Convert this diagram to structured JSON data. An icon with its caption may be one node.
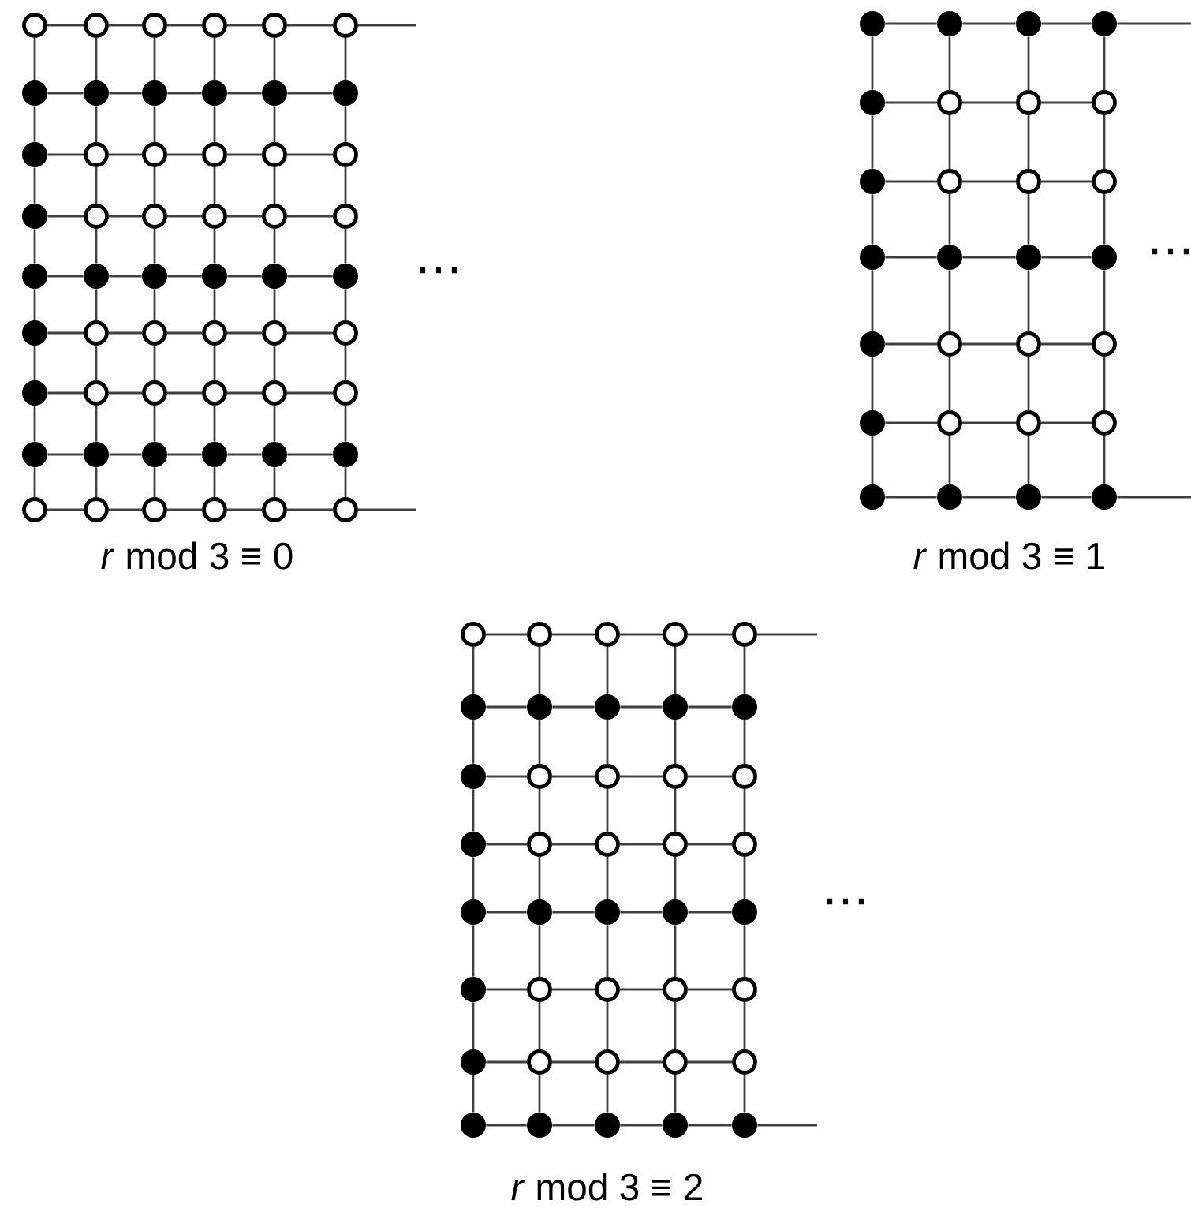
{
  "diagram": {
    "nodes": [
      {
        "text": [],
        "shape": "circle"
      },
      {
        "text": [],
        "shape": "circle"
      },
      {
        "text": [],
        "shape": "circle"
      },
      {
        "text": [],
        "shape": "circle"
      },
      {
        "text": [],
        "shape": "circle"
      },
      {
        "text": [],
        "shape": "circle"
      },
      {
        "text": [],
        "shape": "dot"
      },
      {
        "text": [],
        "shape": "dot"
      },
      {
        "text": [],
        "shape": "dot"
      },
      {
        "text": [],
        "shape": "dot"
      },
      {
        "text": [],
        "shape": "dot"
      },
      {
        "text": [],
        "shape": "dot"
      },
      {
        "text": [],
        "shape": "dot"
      },
      {
        "text": [],
        "shape": "circle"
      },
      {
        "text": [],
        "shape": "circle"
      },
      {
        "text": [],
        "shape": "circle"
      },
      {
        "text": [],
        "shape": "circle"
      },
      {
        "text": [],
        "shape": "circle"
      },
      {
        "text": [],
        "shape": "dot"
      },
      {
        "text": [],
        "shape": "circle"
      },
      {
        "text": [],
        "shape": "circle"
      },
      {
        "text": [],
        "shape": "circle"
      },
      {
        "text": [],
        "shape": "circle"
      },
      {
        "text": [],
        "shape": "circle"
      },
      {
        "text": [],
        "shape": "dot"
      },
      {
        "text": [],
        "shape": "dot"
      },
      {
        "text": [],
        "shape": "dot"
      },
      {
        "text": [],
        "shape": "dot"
      },
      {
        "text": [],
        "shape": "dot"
      },
      {
        "text": [],
        "shape": "dot"
      },
      {
        "text": [],
        "shape": "dot"
      },
      {
        "text": [],
        "shape": "circle"
      },
      {
        "text": [],
        "shape": "circle"
      },
      {
        "text": [],
        "shape": "circle"
      },
      {
        "text": [],
        "shape": "circle"
      },
      {
        "text": [],
        "shape": "circle"
      },
      {
        "text": [],
        "shape": "dot"
      },
      {
        "text": [],
        "shape": "circle"
      },
      {
        "text": [],
        "shape": "circle"
      },
      {
        "text": [],
        "shape": "circle"
      },
      {
        "text": [],
        "shape": "circle"
      },
      {
        "text": [],
        "shape": "circle"
      },
      {
        "text": [],
        "shape": "dot"
      },
      {
        "text": [],
        "shape": "dot"
      },
      {
        "text": [],
        "shape": "dot"
      },
      {
        "text": [],
        "shape": "dot"
      },
      {
        "text": [],
        "shape": "dot"
      },
      {
        "text": [],
        "shape": "dot"
      },
      {
        "text": [],
        "shape": "circle"
      },
      {
        "text": [],
        "shape": "circle"
      },
      {
        "text": [],
        "shape": "circle"
      },
      {
        "text": [],
        "shape": "circle"
      },
      {
        "text": [],
        "shape": "circle"
      },
      {
        "text": [],
        "shape": "circle"
      },
      {
        "text": [],
        "shape": "dot"
      },
      {
        "text": [],
        "shape": "dot"
      },
      {
        "text": [],
        "shape": "dot"
      },
      {
        "text": [],
        "shape": "dot"
      },
      {
        "text": [],
        "shape": "dot"
      },
      {
        "text": [],
        "shape": "circle"
      },
      {
        "text": [],
        "shape": "circle"
      },
      {
        "text": [],
        "shape": "circle"
      },
      {
        "text": [],
        "shape": "dot"
      },
      {
        "text": [],
        "shape": "circle"
      },
      {
        "text": [],
        "shape": "circle"
      },
      {
        "text": [],
        "shape": "circle"
      },
      {
        "text": [],
        "shape": "dot"
      },
      {
        "text": [],
        "shape": "dot"
      },
      {
        "text": [],
        "shape": "dot"
      },
      {
        "text": [],
        "shape": "dot"
      },
      {
        "text": [],
        "shape": "dot"
      },
      {
        "text": [],
        "shape": "circle"
      },
      {
        "text": [],
        "shape": "circle"
      },
      {
        "text": [],
        "shape": "circle"
      },
      {
        "text": [],
        "shape": "dot"
      },
      {
        "text": [],
        "shape": "circle"
      },
      {
        "text": [],
        "shape": "circle"
      },
      {
        "text": [],
        "shape": "circle"
      },
      {
        "text": [],
        "shape": "dot"
      },
      {
        "text": [],
        "shape": "dot"
      },
      {
        "text": [],
        "shape": "dot"
      },
      {
        "text": [],
        "shape": "dot"
      },
      {
        "text": [],
        "shape": "circle"
      },
      {
        "text": [],
        "shape": "circle"
      },
      {
        "text": [],
        "shape": "circle"
      },
      {
        "text": [],
        "shape": "circle"
      },
      {
        "text": [],
        "shape": "circle"
      },
      {
        "text": [],
        "shape": "dot"
      },
      {
        "text": [],
        "shape": "dot"
      },
      {
        "text": [],
        "shape": "dot"
      },
      {
        "text": [],
        "shape": "dot"
      },
      {
        "text": [],
        "shape": "dot"
      },
      {
        "text": [],
        "shape": "dot"
      },
      {
        "text": [],
        "shape": "circle"
      },
      {
        "text": [],
        "shape": "circle"
      },
      {
        "text": [],
        "shape": "circle"
      },
      {
        "text": [],
        "shape": "circle"
      },
      {
        "text": [],
        "shape": "dot"
      },
      {
        "text": [],
        "shape": "circle"
      },
      {
        "text": [],
        "shape": "circle"
      },
      {
        "text": [],
        "shape": "circle"
      },
      {
        "text": [],
        "shape": "circle"
      },
      {
        "text": [],
        "shape": "dot"
      },
      {
        "text": [],
        "shape": "dot"
      },
      {
        "text": [],
        "shape": "dot"
      },
      {
        "text": [],
        "shape": "dot"
      },
      {
        "text": [],
        "shape": "dot"
      },
      {
        "text": [],
        "shape": "dot"
      },
      {
        "text": [],
        "shape": "circle"
      },
      {
        "text": [],
        "shape": "circle"
      },
      {
        "text": [],
        "shape": "circle"
      },
      {
        "text": [],
        "shape": "circle"
      },
      {
        "text": [],
        "shape": "dot"
      },
      {
        "text": [],
        "shape": "circle"
      },
      {
        "text": [],
        "shape": "circle"
      },
      {
        "text": [],
        "shape": "circle"
      },
      {
        "text": [],
        "shape": "circle"
      },
      {
        "text": [],
        "shape": "dot"
      },
      {
        "text": [],
        "shape": "dot"
      },
      {
        "text": [],
        "shape": "dot"
      },
      {
        "text": [],
        "shape": "dot"
      },
      {
        "text": [],
        "shape": "dot"
      }
    ],
    "edges": [
      {
        "from": 0,
        "to": 1,
        "arrow": "none"
      },
      {
        "from": 1,
        "to": 2,
        "arrow": "none"
      },
      {
        "from": 2,
        "to": 3,
        "arrow": "none"
      },
      {
        "from": 3,
        "to": 4,
        "arrow": "none"
      },
      {
        "from": 4,
        "to": 5,
        "arrow": "none"
      },
      {
        "from": 6,
        "to": 7,
        "arrow": "none"
      },
      {
        "from": 7,
        "to": 8,
        "arrow": "none"
      },
      {
        "from": 8,
        "to": 9,
        "arrow": "none"
      },
      {
        "from": 9,
        "to": 10,
        "arrow": "none"
      },
      {
        "from": 10,
        "to": 11,
        "arrow": "none"
      },
      {
        "from": 12,
        "to": 13,
        "arrow": "none"
      },
      {
        "from": 13,
        "to": 14,
        "arrow": "none"
      },
      {
        "from": 14,
        "to": 15,
        "arrow": "none"
      },
      {
        "from": 15,
        "to": 16,
        "arrow": "none"
      },
      {
        "from": 16,
        "to": 17,
        "arrow": "none"
      },
      {
        "from": 18,
        "to": 19,
        "arrow": "none"
      },
      {
        "from": 19,
        "to": 20,
        "arrow": "none"
      },
      {
        "from": 20,
        "to": 21,
        "arrow": "none"
      },
      {
        "from": 21,
        "to": 22,
        "arrow": "none"
      },
      {
        "from": 22,
        "to": 23,
        "arrow": "none"
      },
      {
        "from": 24,
        "to": 25,
        "arrow": "none"
      },
      {
        "from": 25,
        "to": 26,
        "arrow": "none"
      },
      {
        "from": 26,
        "to": 27,
        "arrow": "none"
      },
      {
        "from": 27,
        "to": 28,
        "arrow": "none"
      },
      {
        "from": 28,
        "to": 29,
        "arrow": "none"
      },
      {
        "from": 30,
        "to": 31,
        "arrow": "none"
      },
      {
        "from": 31,
        "to": 32,
        "arrow": "none"
      },
      {
        "from": 32,
        "to": 33,
        "arrow": "none"
      },
      {
        "from": 33,
        "to": 34,
        "arrow": "none"
      },
      {
        "from": 34,
        "to": 35,
        "arrow": "none"
      },
      {
        "from": 36,
        "to": 37,
        "arrow": "none"
      },
      {
        "from": 37,
        "to": 38,
        "arrow": "none"
      },
      {
        "from": 38,
        "to": 39,
        "arrow": "none"
      },
      {
        "from": 39,
        "to": 40,
        "arrow": "none"
      },
      {
        "from": 40,
        "to": 41,
        "arrow": "none"
      },
      {
        "from": 42,
        "to": 43,
        "arrow": "none"
      },
      {
        "from": 43,
        "to": 44,
        "arrow": "none"
      },
      {
        "from": 44,
        "to": 45,
        "arrow": "none"
      },
      {
        "from": 45,
        "to": 46,
        "arrow": "none"
      },
      {
        "from": 46,
        "to": 47,
        "arrow": "none"
      },
      {
        "from": 48,
        "to": 49,
        "arrow": "none"
      },
      {
        "from": 49,
        "to": 50,
        "arrow": "none"
      },
      {
        "from": 50,
        "to": 51,
        "arrow": "none"
      },
      {
        "from": 51,
        "to": 52,
        "arrow": "none"
      },
      {
        "from": 52,
        "to": 53,
        "arrow": "none"
      },
      {
        "from": 0,
        "to": 6,
        "arrow": "none"
      },
      {
        "from": 1,
        "to": 7,
        "arrow": "none"
      },
      {
        "from": 2,
        "to": 8,
        "arrow": "none"
      },
      {
        "from": 3,
        "to": 9,
        "arrow": "none"
      },
      {
        "from": 4,
        "to": 10,
        "arrow": "none"
      },
      {
        "from": 5,
        "to": 11,
        "arrow": "none"
      },
      {
        "from": 6,
        "to": 12,
        "arrow": "none"
      },
      {
        "from": 7,
        "to": 13,
        "arrow": "none"
      },
      {
        "from": 8,
        "to": 14,
        "arrow": "none"
      },
      {
        "from": 9,
        "to": 15,
        "arrow": "none"
      },
      {
        "from": 10,
        "to": 16,
        "arrow": "none"
      },
      {
        "from": 11,
        "to": 17,
        "arrow": "none"
      },
      {
        "from": 12,
        "to": 18,
        "arrow": "none"
      },
      {
        "from": 13,
        "to": 19,
        "arrow": "none"
      },
      {
        "from": 14,
        "to": 20,
        "arrow": "none"
      },
      {
        "from": 15,
        "to": 21,
        "arrow": "none"
      },
      {
        "from": 16,
        "to": 22,
        "arrow": "none"
      },
      {
        "from": 17,
        "to": 23,
        "arrow": "none"
      },
      {
        "from": 18,
        "to": 24,
        "arrow": "none"
      },
      {
        "from": 19,
        "to": 25,
        "arrow": "none"
      },
      {
        "from": 20,
        "to": 26,
        "arrow": "none"
      },
      {
        "from": 21,
        "to": 27,
        "arrow": "none"
      },
      {
        "from": 22,
        "to": 28,
        "arrow": "none"
      },
      {
        "from": 23,
        "to": 29,
        "arrow": "none"
      },
      {
        "from": 24,
        "to": 30,
        "arrow": "none"
      },
      {
        "from": 25,
        "to": 31,
        "arrow": "none"
      },
      {
        "from": 26,
        "to": 32,
        "arrow": "none"
      },
      {
        "from": 27,
        "to": 33,
        "arrow": "none"
      },
      {
        "from": 28,
        "to": 34,
        "arrow": "none"
      },
      {
        "from": 29,
        "to": 35,
        "arrow": "none"
      },
      {
        "from": 30,
        "to": 36,
        "arrow": "none"
      },
      {
        "from": 31,
        "to": 37,
        "arrow": "none"
      },
      {
        "from": 32,
        "to": 38,
        "arrow": "none"
      },
      {
        "from": 33,
        "to": 39,
        "arrow": "none"
      },
      {
        "from": 34,
        "to": 40,
        "arrow": "none"
      },
      {
        "from": 35,
        "to": 41,
        "arrow": "none"
      },
      {
        "from": 36,
        "to": 42,
        "arrow": "none"
      },
      {
        "from": 37,
        "to": 43,
        "arrow": "none"
      },
      {
        "from": 38,
        "to": 44,
        "arrow": "none"
      },
      {
        "from": 39,
        "to": 45,
        "arrow": "none"
      },
      {
        "from": 40,
        "to": 46,
        "arrow": "none"
      },
      {
        "from": 41,
        "to": 47,
        "arrow": "none"
      },
      {
        "from": 42,
        "to": 48,
        "arrow": "none"
      },
      {
        "from": 43,
        "to": 49,
        "arrow": "none"
      },
      {
        "from": 44,
        "to": 50,
        "arrow": "none"
      },
      {
        "from": 45,
        "to": 51,
        "arrow": "none"
      },
      {
        "from": 46,
        "to": 52,
        "arrow": "none"
      },
      {
        "from": 47,
        "to": 53,
        "arrow": "none"
      },
      {
        "from": 5,
        "to": null,
        "arrow": "none"
      },
      {
        "from": 53,
        "to": null,
        "arrow": "none"
      },
      {
        "from": 54,
        "to": 55,
        "arrow": "none"
      },
      {
        "from": 55,
        "to": 56,
        "arrow": "none"
      },
      {
        "from": 56,
        "to": 57,
        "arrow": "none"
      },
      {
        "from": 58,
        "to": 59,
        "arrow": "none"
      },
      {
        "from": 59,
        "to": 60,
        "arrow": "none"
      },
      {
        "from": 60,
        "to": 61,
        "arrow": "none"
      },
      {
        "from": 62,
        "to": 63,
        "arrow": "none"
      },
      {
        "from": 63,
        "to": 64,
        "arrow": "none"
      },
      {
        "from": 64,
        "to": 65,
        "arrow": "none"
      },
      {
        "from": 66,
        "to": 67,
        "arrow": "none"
      },
      {
        "from": 67,
        "to": 68,
        "arrow": "none"
      },
      {
        "from": 68,
        "to": 69,
        "arrow": "none"
      },
      {
        "from": 70,
        "to": 71,
        "arrow": "none"
      },
      {
        "from": 71,
        "to": 72,
        "arrow": "none"
      },
      {
        "from": 72,
        "to": 73,
        "arrow": "none"
      },
      {
        "from": 74,
        "to": 75,
        "arrow": "none"
      },
      {
        "from": 75,
        "to": 76,
        "arrow": "none"
      },
      {
        "from": 76,
        "to": 77,
        "arrow": "none"
      },
      {
        "from": 78,
        "to": 79,
        "arrow": "none"
      },
      {
        "from": 79,
        "to": 80,
        "arrow": "none"
      },
      {
        "from": 80,
        "to": 81,
        "arrow": "none"
      },
      {
        "from": 54,
        "to": 58,
        "arrow": "none"
      },
      {
        "from": 55,
        "to": 59,
        "arrow": "none"
      },
      {
        "from": 56,
        "to": 60,
        "arrow": "none"
      },
      {
        "from": 57,
        "to": 61,
        "arrow": "none"
      },
      {
        "from": 58,
        "to": 62,
        "arrow": "none"
      },
      {
        "from": 59,
        "to": 63,
        "arrow": "none"
      },
      {
        "from": 60,
        "to": 64,
        "arrow": "none"
      },
      {
        "from": 61,
        "to": 65,
        "arrow": "none"
      },
      {
        "from": 62,
        "to": 66,
        "arrow": "none"
      },
      {
        "from": 63,
        "to": 67,
        "arrow": "none"
      },
      {
        "from": 64,
        "to": 68,
        "arrow": "none"
      },
      {
        "from": 65,
        "to": 69,
        "arrow": "none"
      },
      {
        "from": 66,
        "to": 70,
        "arrow": "none"
      },
      {
        "from": 67,
        "to": 71,
        "arrow": "none"
      },
      {
        "from": 68,
        "to": 72,
        "arrow": "none"
      },
      {
        "from": 69,
        "to": 73,
        "arrow": "none"
      },
      {
        "from": 70,
        "to": 74,
        "arrow": "none"
      },
      {
        "from": 71,
        "to": 75,
        "arrow": "none"
      },
      {
        "from": 72,
        "to": 76,
        "arrow": "none"
      },
      {
        "from": 73,
        "to": 77,
        "arrow": "none"
      },
      {
        "from": 74,
        "to": 78,
        "arrow": "none"
      },
      {
        "from": 75,
        "to": 79,
        "arrow": "none"
      },
      {
        "from": 76,
        "to": 80,
        "arrow": "none"
      },
      {
        "from": 77,
        "to": 81,
        "arrow": "none"
      },
      {
        "from": 57,
        "to": null,
        "arrow": "none"
      },
      {
        "from": 81,
        "to": null,
        "arrow": "none"
      },
      {
        "from": 82,
        "to": 83,
        "arrow": "none"
      },
      {
        "from": 83,
        "to": 84,
        "arrow": "none"
      },
      {
        "from": 84,
        "to": 85,
        "arrow": "none"
      },
      {
        "from": 85,
        "to": 86,
        "arrow": "none"
      },
      {
        "from": 87,
        "to": 88,
        "arrow": "none"
      },
      {
        "from": 88,
        "to": 89,
        "arrow": "none"
      },
      {
        "from": 89,
        "to": 90,
        "arrow": "none"
      },
      {
        "from": 90,
        "to": 91,
        "arrow": "none"
      },
      {
        "from": 92,
        "to": 93,
        "arrow": "none"
      },
      {
        "from": 93,
        "to": 94,
        "arrow": "none"
      },
      {
        "from": 94,
        "to": 95,
        "arrow": "none"
      },
      {
        "from": 95,
        "to": 96,
        "arrow": "none"
      },
      {
        "from": 97,
        "to": 98,
        "arrow": "none"
      },
      {
        "from": 98,
        "to": 99,
        "arrow": "none"
      },
      {
        "from": 99,
        "to": 100,
        "arrow": "none"
      },
      {
        "from": 100,
        "to": 101,
        "arrow": "none"
      },
      {
        "from": 102,
        "to": 103,
        "arrow": "none"
      },
      {
        "from": 103,
        "to": 104,
        "arrow": "none"
      },
      {
        "from": 104,
        "to": 105,
        "arrow": "none"
      },
      {
        "from": 105,
        "to": 106,
        "arrow": "none"
      },
      {
        "from": 107,
        "to": 108,
        "arrow": "none"
      },
      {
        "from": 108,
        "to": 109,
        "arrow": "none"
      },
      {
        "from": 109,
        "to": 110,
        "arrow": "none"
      },
      {
        "from": 110,
        "to": 111,
        "arrow": "none"
      },
      {
        "from": 112,
        "to": 113,
        "arrow": "none"
      },
      {
        "from": 113,
        "to": 114,
        "arrow": "none"
      },
      {
        "from": 114,
        "to": 115,
        "arrow": "none"
      },
      {
        "from": 115,
        "to": 116,
        "arrow": "none"
      },
      {
        "from": 117,
        "to": 118,
        "arrow": "none"
      },
      {
        "from": 118,
        "to": 119,
        "arrow": "none"
      },
      {
        "from": 119,
        "to": 120,
        "arrow": "none"
      },
      {
        "from": 120,
        "to": 121,
        "arrow": "none"
      },
      {
        "from": 82,
        "to": 87,
        "arrow": "none"
      },
      {
        "from": 83,
        "to": 88,
        "arrow": "none"
      },
      {
        "from": 84,
        "to": 89,
        "arrow": "none"
      },
      {
        "from": 85,
        "to": 90,
        "arrow": "none"
      },
      {
        "from": 86,
        "to": 91,
        "arrow": "none"
      },
      {
        "from": 87,
        "to": 92,
        "arrow": "none"
      },
      {
        "from": 88,
        "to": 93,
        "arrow": "none"
      },
      {
        "from": 89,
        "to": 94,
        "arrow": "none"
      },
      {
        "from": 90,
        "to": 95,
        "arrow": "none"
      },
      {
        "from": 91,
        "to": 96,
        "arrow": "none"
      },
      {
        "from": 92,
        "to": 97,
        "arrow": "none"
      },
      {
        "from": 93,
        "to": 98,
        "arrow": "none"
      },
      {
        "from": 94,
        "to": 99,
        "arrow": "none"
      },
      {
        "from": 95,
        "to": 100,
        "arrow": "none"
      },
      {
        "from": 96,
        "to": 101,
        "arrow": "none"
      },
      {
        "from": 97,
        "to": 102,
        "arrow": "none"
      },
      {
        "from": 98,
        "to": 103,
        "arrow": "none"
      },
      {
        "from": 99,
        "to": 104,
        "arrow": "none"
      },
      {
        "from": 100,
        "to": 105,
        "arrow": "none"
      },
      {
        "from": 101,
        "to": 106,
        "arrow": "none"
      },
      {
        "from": 102,
        "to": 107,
        "arrow": "none"
      },
      {
        "from": 103,
        "to": 108,
        "arrow": "none"
      },
      {
        "from": 104,
        "to": 109,
        "arrow": "none"
      },
      {
        "from": 105,
        "to": 110,
        "arrow": "none"
      },
      {
        "from": 106,
        "to": 111,
        "arrow": "none"
      },
      {
        "from": 107,
        "to": 112,
        "arrow": "none"
      },
      {
        "from": 108,
        "to": 113,
        "arrow": "none"
      },
      {
        "from": 109,
        "to": 114,
        "arrow": "none"
      },
      {
        "from": 110,
        "to": 115,
        "arrow": "none"
      },
      {
        "from": 111,
        "to": 116,
        "arrow": "none"
      },
      {
        "from": 112,
        "to": 117,
        "arrow": "none"
      },
      {
        "from": 113,
        "to": 118,
        "arrow": "none"
      },
      {
        "from": 114,
        "to": 119,
        "arrow": "none"
      },
      {
        "from": 115,
        "to": 120,
        "arrow": "none"
      },
      {
        "from": 116,
        "to": 121,
        "arrow": "none"
      },
      {
        "from": 86,
        "to": null,
        "arrow": "none"
      },
      {
        "from": 121,
        "to": null,
        "arrow": "none"
      }
    ],
    "labels": [
      "⋯",
      "⋯",
      "*r* mod 3 ≡ 0",
      "*r* mod 3 ≡ 1",
      "⋯",
      "*r* mod 3 ≡ 2"
    ]
  }
}
